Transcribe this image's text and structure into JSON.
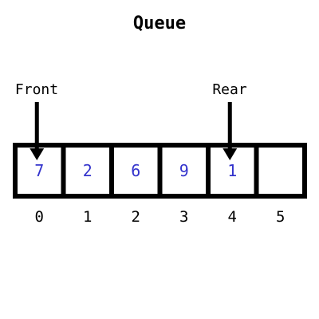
{
  "title": "Queue",
  "front_label": "Front",
  "rear_label": "Rear",
  "front_index": 0,
  "rear_index": 4,
  "cells": [
    {
      "index": "0",
      "value": "7"
    },
    {
      "index": "1",
      "value": "2"
    },
    {
      "index": "2",
      "value": "6"
    },
    {
      "index": "3",
      "value": "9"
    },
    {
      "index": "4",
      "value": "1"
    },
    {
      "index": "5",
      "value": ""
    }
  ],
  "colors": {
    "value_text": "#3333cc",
    "outline": "#000000"
  }
}
